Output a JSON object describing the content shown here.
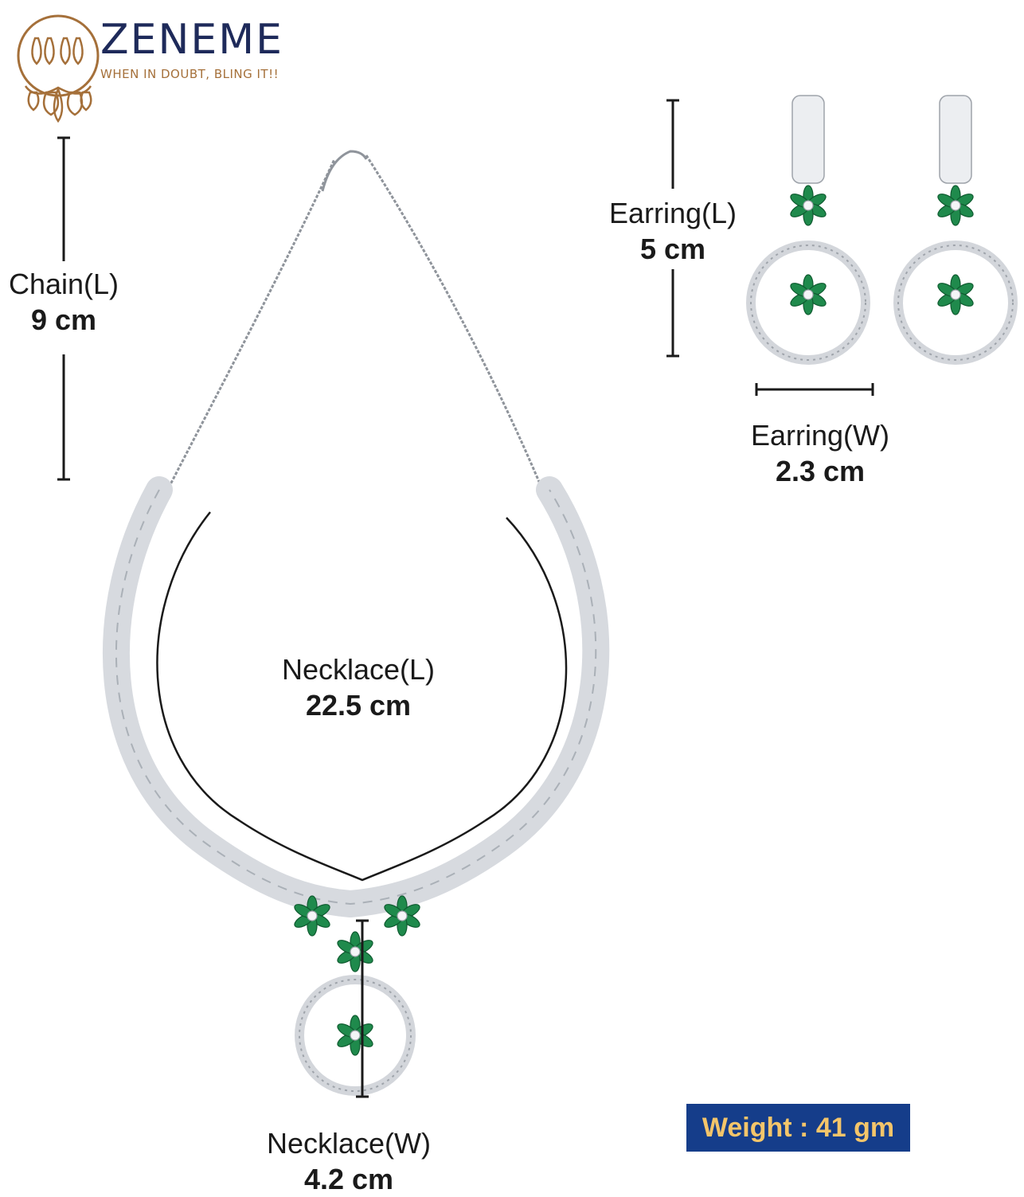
{
  "brand": {
    "name": "ZENEME",
    "tagline": "WHEN IN DOUBT, BLING IT!!"
  },
  "measurements": {
    "chain_length": {
      "label": "Chain(L)",
      "value": "9 cm"
    },
    "necklace_length": {
      "label": "Necklace(L)",
      "value": "22.5 cm"
    },
    "necklace_width": {
      "label": "Necklace(W)",
      "value": "4.2 cm"
    },
    "earring_length": {
      "label": "Earring(L)",
      "value": "5 cm"
    },
    "earring_width": {
      "label": "Earring(W)",
      "value": "2.3 cm"
    }
  },
  "weight": "Weight : 41 gm",
  "colors": {
    "emerald": "#1f8a4c",
    "silver": "#c9ccd1",
    "brand_navy": "#1e2a5a",
    "brand_bronze": "#a5703a",
    "badge_bg": "#153d8a",
    "badge_text": "#f4c56a"
  }
}
